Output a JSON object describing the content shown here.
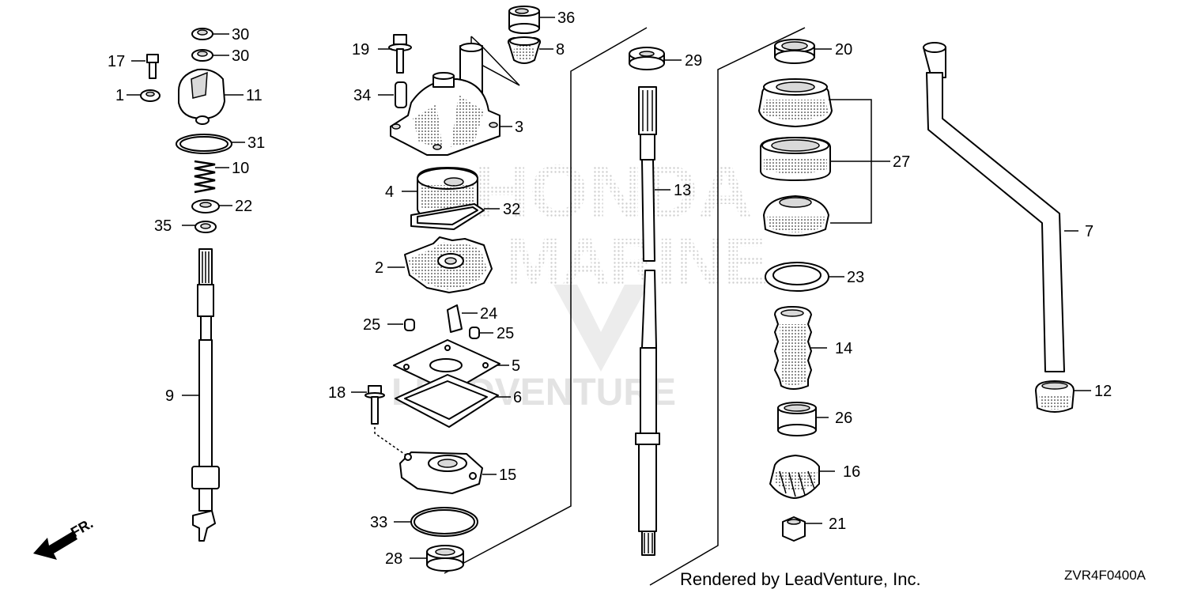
{
  "watermark": {
    "brand": "HONDA",
    "sub": "MARINE",
    "company": "LEADVENTURE"
  },
  "caption": "Rendered by LeadVenture, Inc.",
  "diagram_code": "ZVR4F0400A",
  "front_indicator": "FR.",
  "callouts": {
    "p30a": "30",
    "p30b": "30",
    "p17": "17",
    "p1": "1",
    "p11": "11",
    "p31": "31",
    "p10": "10",
    "p22": "22",
    "p35": "35",
    "p9": "9",
    "p19": "19",
    "p34": "34",
    "p36": "36",
    "p8": "8",
    "p3": "3",
    "p4": "4",
    "p32": "32",
    "p2": "2",
    "p24": "24",
    "p25a": "25",
    "p25b": "25",
    "p5": "5",
    "p18": "18",
    "p6": "6",
    "p15": "15",
    "p33": "33",
    "p28": "28",
    "p29": "29",
    "p13": "13",
    "p20": "20",
    "p27": "27",
    "p23": "23",
    "p14": "14",
    "p26": "26",
    "p16": "16",
    "p21": "21",
    "p7": "7",
    "p12": "12"
  }
}
